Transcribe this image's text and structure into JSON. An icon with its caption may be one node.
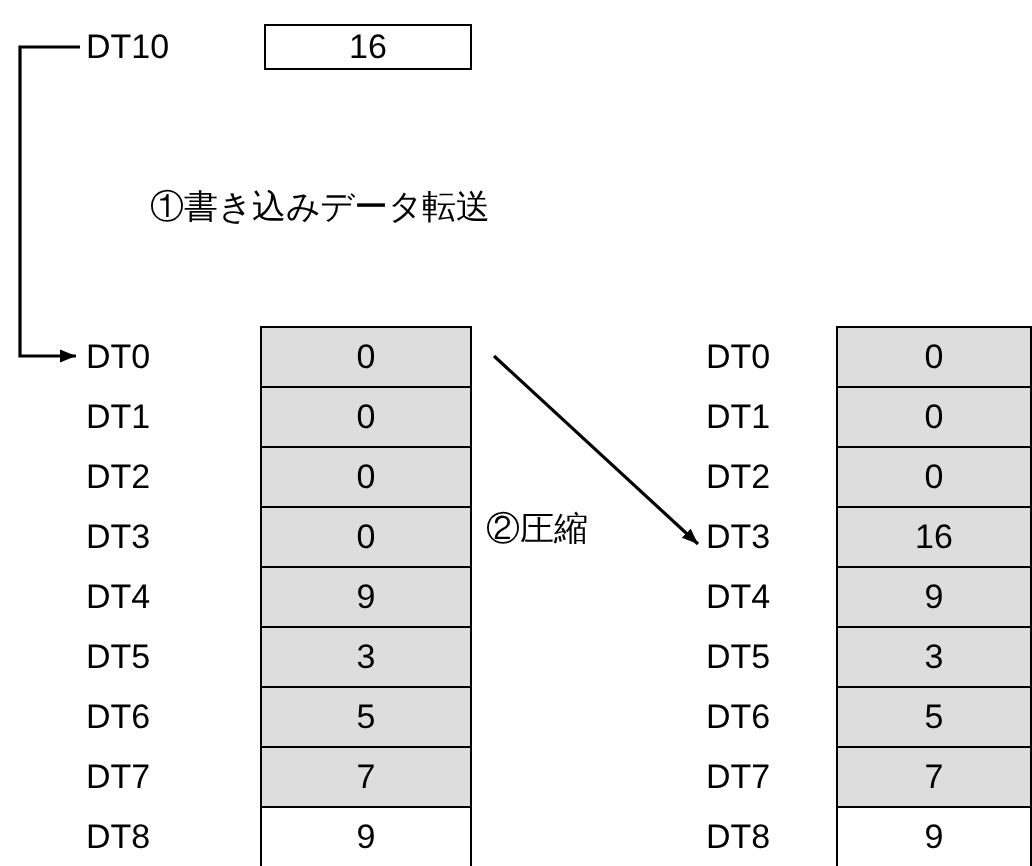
{
  "diagram": {
    "nodes": [
      {
        "text": [
          "16"
        ],
        "beside": [
          "DT10"
        ]
      },
      {
        "text": [
          "0"
        ],
        "beside": [
          "DT0"
        ]
      },
      {
        "text": [
          "0"
        ],
        "beside": [
          "DT1"
        ]
      },
      {
        "text": [
          "0"
        ],
        "beside": [
          "DT2"
        ]
      },
      {
        "text": [
          "0"
        ],
        "beside": [
          "DT3"
        ]
      },
      {
        "text": [
          "9"
        ],
        "beside": [
          "DT4"
        ]
      },
      {
        "text": [
          "3"
        ],
        "beside": [
          "DT5"
        ]
      },
      {
        "text": [
          "5"
        ],
        "beside": [
          "DT6"
        ]
      },
      {
        "text": [
          "7"
        ],
        "beside": [
          "DT7"
        ]
      },
      {
        "text": [
          "9"
        ],
        "beside": [
          "DT8"
        ]
      },
      {
        "text": [
          "0"
        ],
        "beside": [
          "DT0"
        ]
      },
      {
        "text": [
          "0"
        ],
        "beside": [
          "DT1"
        ]
      },
      {
        "text": [
          "0"
        ],
        "beside": [
          "DT2"
        ]
      },
      {
        "text": [
          "16"
        ],
        "beside": [
          "DT3"
        ]
      },
      {
        "text": [
          "9"
        ],
        "beside": [
          "DT4"
        ]
      },
      {
        "text": [
          "3"
        ],
        "beside": [
          "DT5"
        ]
      },
      {
        "text": [
          "5"
        ],
        "beside": [
          "DT6"
        ]
      },
      {
        "text": [
          "7"
        ],
        "beside": [
          "DT7"
        ]
      },
      {
        "text": [
          "9"
        ],
        "beside": [
          "DT8"
        ]
      }
    ],
    "edges": [
      {
        "from": 0,
        "to": 1,
        "arrow": "to"
      },
      {
        "from": 1,
        "to": 13,
        "arrow": "to",
        "label": "②圧縮"
      }
    ],
    "labels": [
      "①書き込みデータ転送"
    ]
  }
}
